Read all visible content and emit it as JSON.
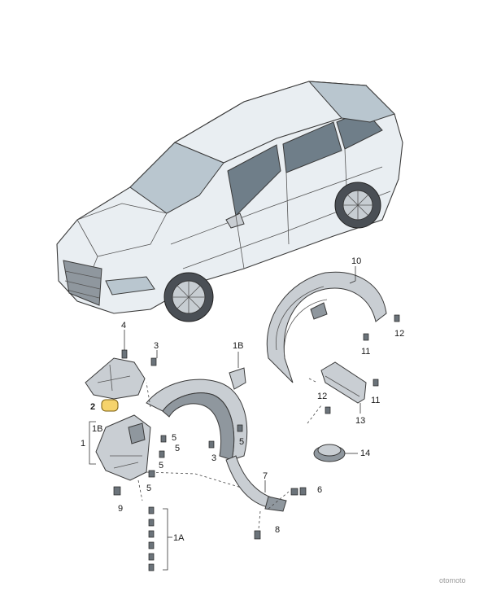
{
  "labels": {
    "p1": "1",
    "p1A": "1A",
    "p1B_left": "1B",
    "p1B_right": "1B",
    "p2": "2",
    "p3_top": "3",
    "p3_bottom": "3",
    "p4": "4",
    "p5_a": "5",
    "p5_b": "5",
    "p5_c": "5",
    "p6": "6",
    "p7": "7",
    "p8": "8",
    "p9": "9",
    "p10": "10",
    "p11_a": "11",
    "p11_b": "11",
    "p12_a": "12",
    "p12_b": "12",
    "p13": "13",
    "p14": "14"
  },
  "highlighted_part": "2",
  "colors": {
    "highlight": "#f6d36b",
    "line": "#3a3a3a"
  },
  "watermark": "otomoto"
}
